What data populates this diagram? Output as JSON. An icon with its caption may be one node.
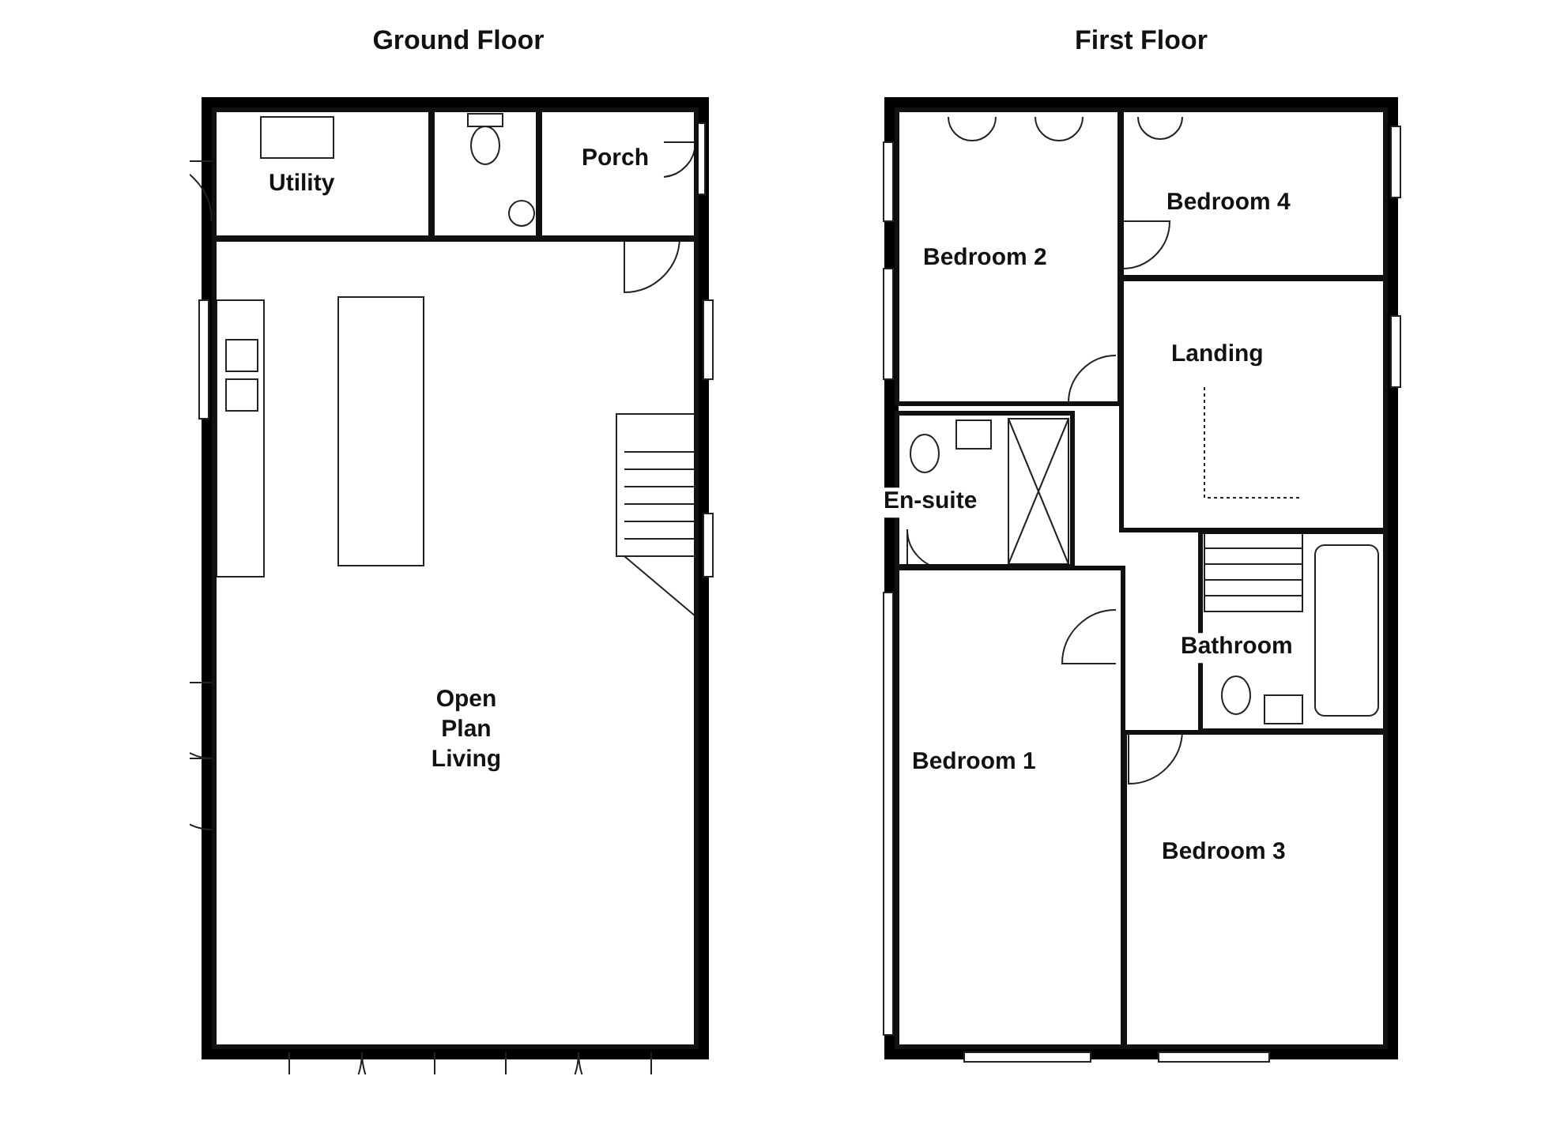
{
  "diagram": {
    "nodes": [
      {
        "text": [
          "Ground Floor"
        ]
      },
      {
        "text": [
          "Utility"
        ],
        "in": 0
      },
      {
        "text": [],
        "shape": "box",
        "in": 0
      },
      {
        "text": [
          "Porch"
        ],
        "in": 0
      },
      {
        "text": [
          "Open Plan Living"
        ],
        "in": 0
      },
      {
        "text": [
          "First Floor"
        ]
      },
      {
        "text": [
          "Bedroom 2"
        ],
        "in": 5
      },
      {
        "text": [
          "Bedroom 4"
        ],
        "in": 5
      },
      {
        "text": [
          "Landing"
        ],
        "in": 5
      },
      {
        "text": [
          "En-suite"
        ],
        "in": 5
      },
      {
        "text": [
          "Bathroom"
        ],
        "in": 5
      },
      {
        "text": [
          "Bedroom 1"
        ],
        "in": 5
      },
      {
        "text": [
          "Bedroom 3"
        ],
        "in": 5
      }
    ]
  }
}
